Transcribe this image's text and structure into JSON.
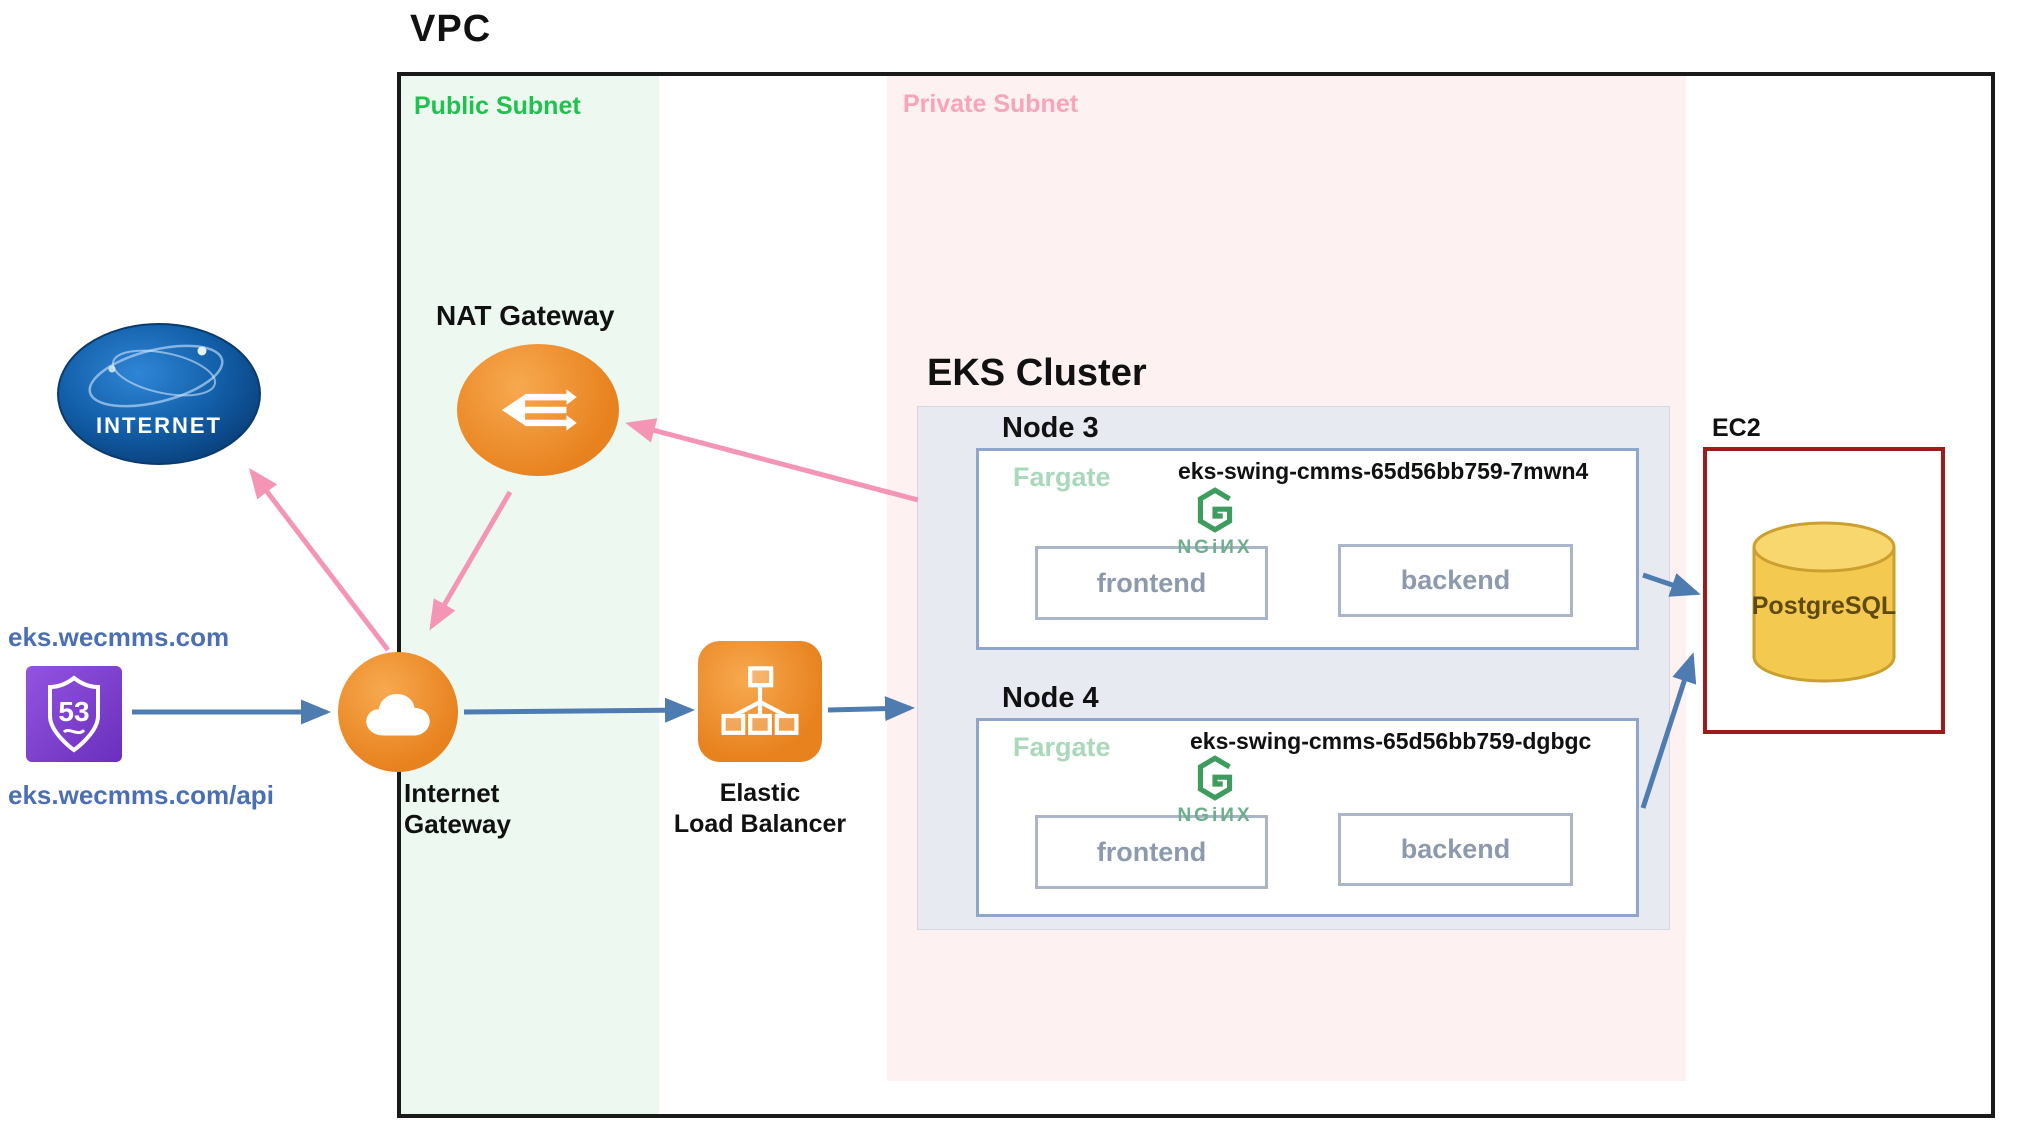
{
  "vpc": {
    "label": "VPC"
  },
  "subnets": {
    "public": "Public Subnet",
    "private": "Private Subnet"
  },
  "internet": {
    "label": "INTERNET"
  },
  "route53": {
    "number": "53",
    "dns_top": "eks.wecmms.com",
    "dns_bottom": "eks.wecmms.com/api"
  },
  "gateways": {
    "nat": "NAT Gateway",
    "internet_gateway": "Internet\nGateway"
  },
  "elb": {
    "label": "Elastic\nLoad Balancer"
  },
  "eks": {
    "label": "EKS Cluster",
    "nodes": [
      {
        "title": "Node 3",
        "runtime": "Fargate",
        "pod": "eks-swing-cmms-65d56bb759-7mwn4",
        "nginx_text": "NGiИX",
        "containers": [
          "frontend",
          "backend"
        ]
      },
      {
        "title": "Node 4",
        "runtime": "Fargate",
        "pod": "eks-swing-cmms-65d56bb759-dgbgc",
        "nginx_text": "NGiИX",
        "containers": [
          "frontend",
          "backend"
        ]
      }
    ]
  },
  "ec2": {
    "label": "EC2",
    "database": "PostgreSQL"
  },
  "colors": {
    "public_green": "#1fc24d",
    "private_pink": "#f8a4b9",
    "arrow_blue": "#4f7cb0",
    "arrow_pink": "#f595b5",
    "aws_orange": "#e8821f",
    "nginx_green": "#3e9c5f",
    "ec2_border": "#9e1b1b",
    "postgres_gold": "#f4c94f",
    "dns_blue": "#4a6fb5"
  }
}
